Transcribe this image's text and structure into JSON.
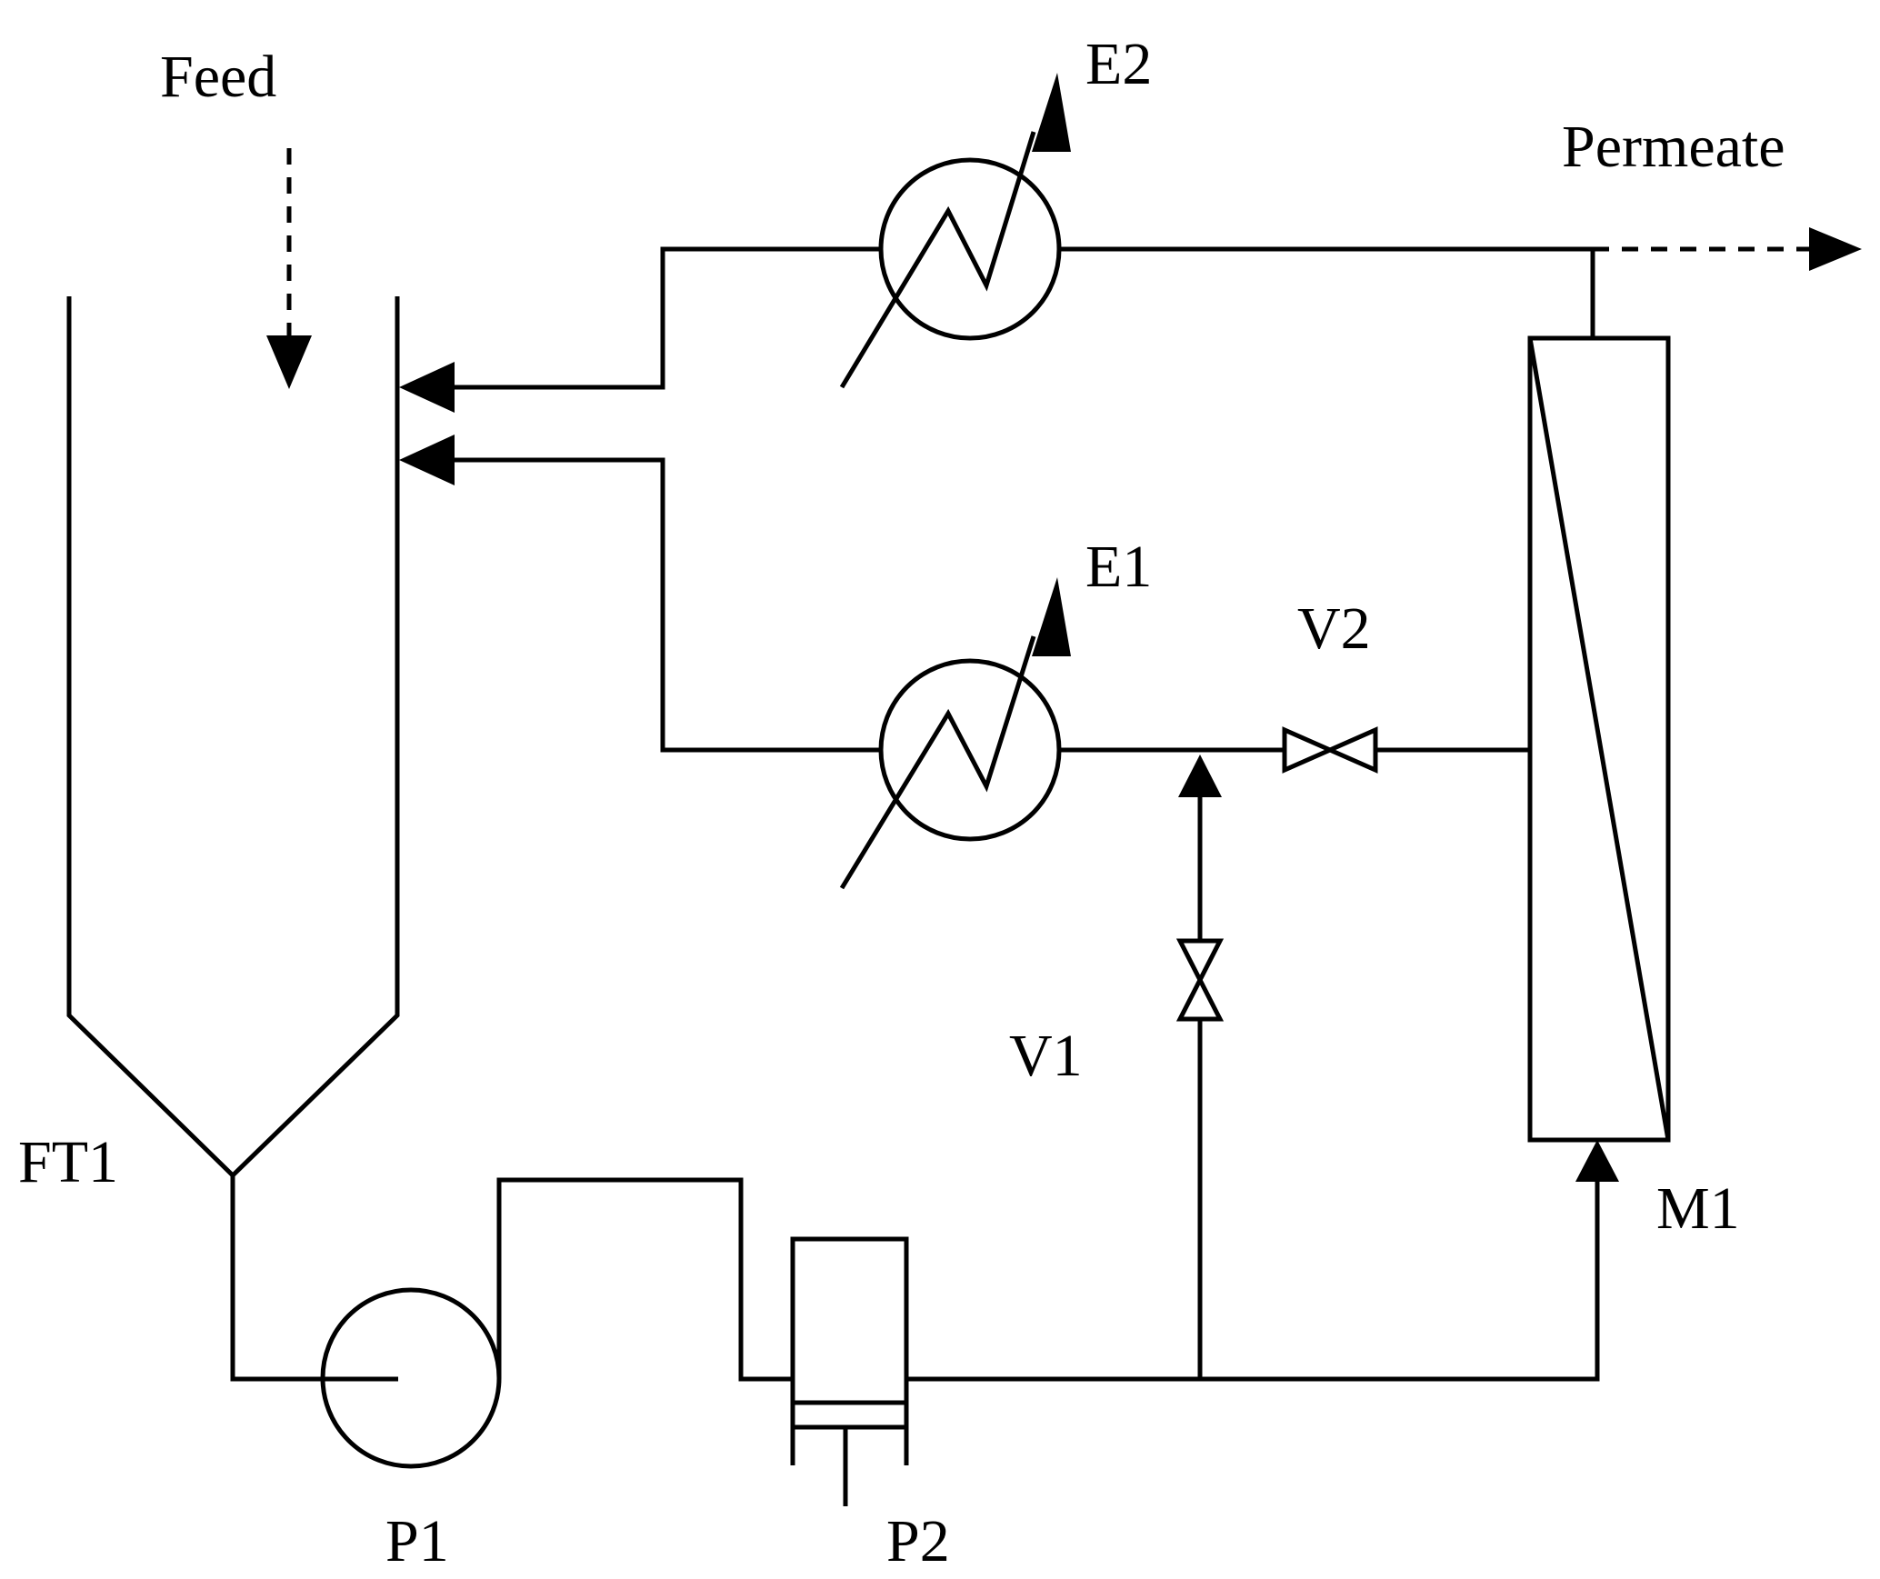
{
  "labels": {
    "feed": "Feed",
    "permeate": "Permeate",
    "e2": "E2",
    "e1": "E1",
    "v1": "V1",
    "v2": "V2",
    "ft1": "FT1",
    "m1": "M1",
    "p1": "P1",
    "p2": "P2"
  },
  "colors": {
    "stroke": "#000000",
    "background": "#ffffff"
  }
}
